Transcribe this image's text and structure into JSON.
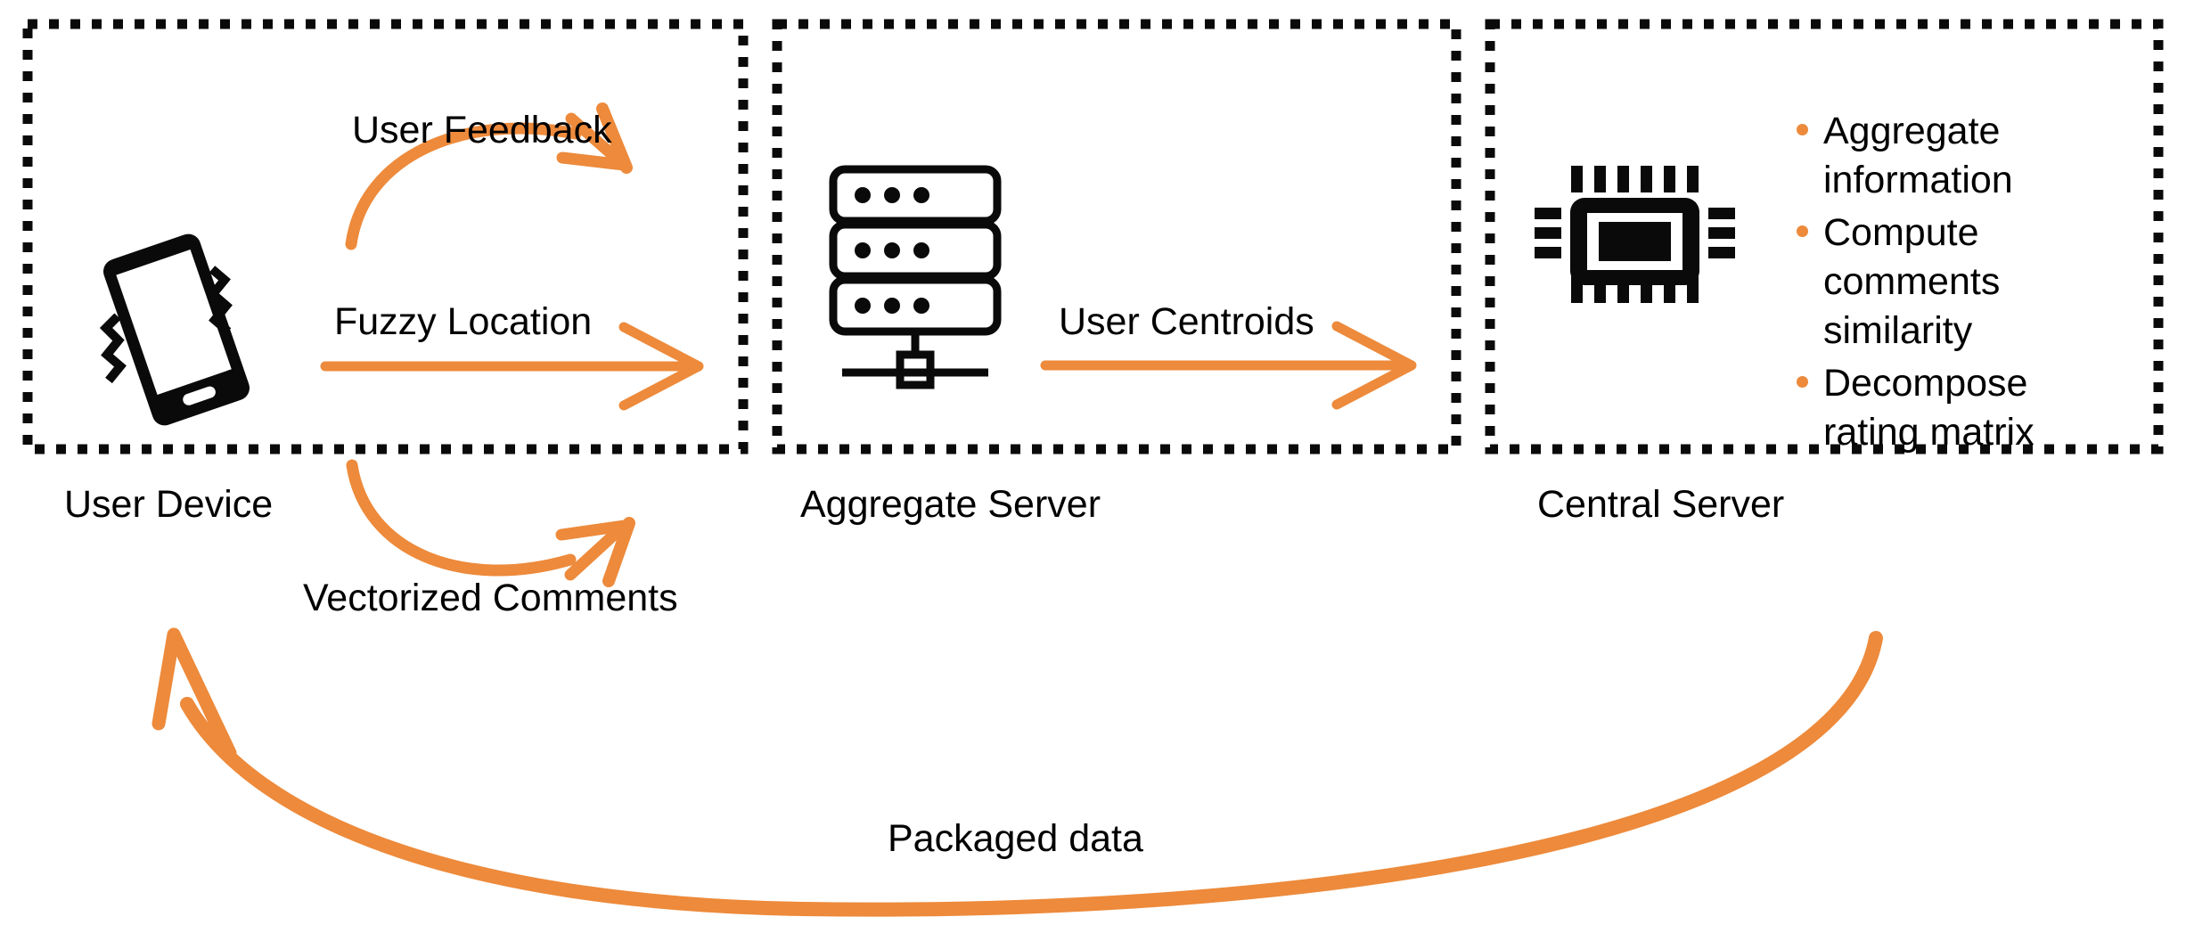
{
  "diagram": {
    "title": "Federated recommendation system data flow",
    "accent_color": "#ED8A3B",
    "stroke_color": "#000000",
    "background": "#ffffff",
    "boxes": [
      {
        "id": "user-device",
        "caption": "User Device",
        "icon": "smartphone-icon"
      },
      {
        "id": "aggregate-server",
        "caption": "Aggregate Server",
        "icon": "server-stack-icon"
      },
      {
        "id": "central-server",
        "caption": "Central Server",
        "icon": "cpu-chip-icon"
      }
    ],
    "edges": [
      {
        "id": "user-feedback",
        "label": "User Feedback",
        "style": "curved-arrow-right"
      },
      {
        "id": "fuzzy-location",
        "label": "Fuzzy Location",
        "style": "straight-arrow-right"
      },
      {
        "id": "vectorized-comments",
        "label": "Vectorized Comments",
        "style": "curved-arrow-right"
      },
      {
        "id": "user-centroids",
        "label": "User Centroids",
        "style": "straight-arrow-right"
      },
      {
        "id": "packaged-data",
        "label": "Packaged data",
        "style": "long-curved-arrow-left"
      }
    ],
    "central_server_tasks": [
      "Aggregate information",
      "Compute comments similarity",
      "Decompose rating matrix"
    ]
  }
}
